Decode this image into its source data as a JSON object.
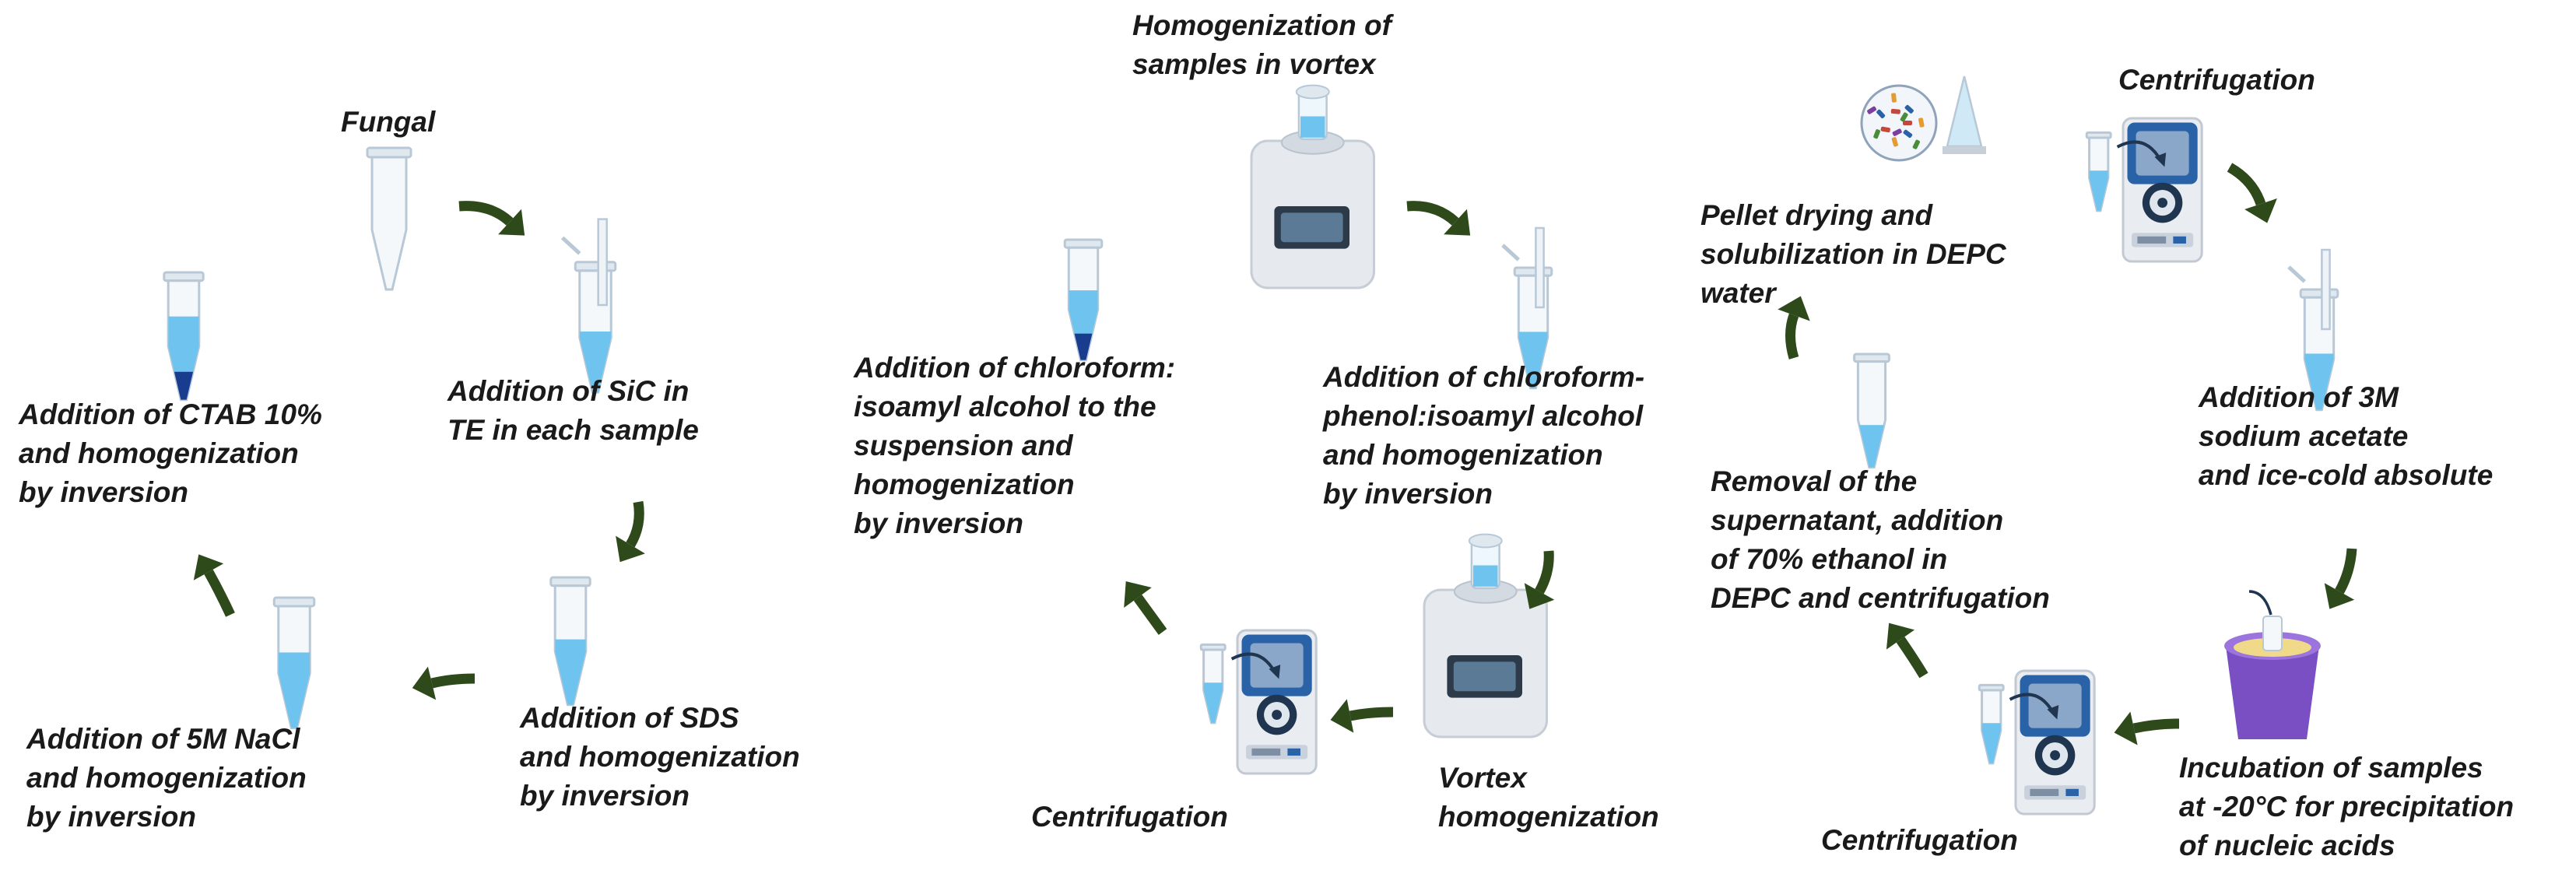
{
  "colors": {
    "arrow": "#2e4a1b",
    "liquid": "#6ec4ee",
    "liquid_dark": "#1a3c8f",
    "tube_outline": "#b9c8d6",
    "device_blue": "#2a62a8",
    "bucket": "#7a4fc4",
    "text": "#1a1a1a"
  },
  "section1": {
    "fungal": "Fungal",
    "add_sic": [
      "Addition of SiC in",
      "TE in each sample"
    ],
    "add_sds": [
      "Addition of SDS",
      "and homogenization",
      "by inversion"
    ],
    "add_nacl": [
      "Addition of 5M NaCl",
      "and homogenization",
      "by inversion"
    ],
    "add_ctab": [
      "Addition of CTAB 10%",
      "and homogenization",
      "by inversion"
    ]
  },
  "section2": {
    "homogenization_vortex": [
      "Homogenization of",
      "samples in vortex"
    ],
    "add_chloroform_phenol": [
      "Addition of chloroform-",
      "phenol:isoamyl alcohol",
      "and homogenization",
      "by inversion"
    ],
    "vortex_homogenization": [
      "Vortex",
      "homogenization"
    ],
    "centrifugation": "Centrifugation",
    "add_chloroform_isoamyl": [
      "Addition of chloroform:",
      "isoamyl alcohol to the",
      "suspension and",
      "homogenization",
      "by inversion"
    ]
  },
  "section3": {
    "centrifugation_top": "Centrifugation",
    "add_sodium_acetate": [
      "Addition of 3M",
      "sodium acetate",
      "and ice-cold absolute"
    ],
    "incubation": [
      "Incubation of samples",
      "at -20°C for precipitation",
      "of nucleic acids"
    ],
    "centrifugation_bottom": "Centrifugation",
    "removal_supernatant": [
      "Removal of the",
      "supernatant, addition",
      "of 70% ethanol in",
      "DEPC and centrifugation"
    ],
    "pellet_drying": [
      "Pellet drying and",
      "solubilization in DEPC",
      "water"
    ]
  }
}
